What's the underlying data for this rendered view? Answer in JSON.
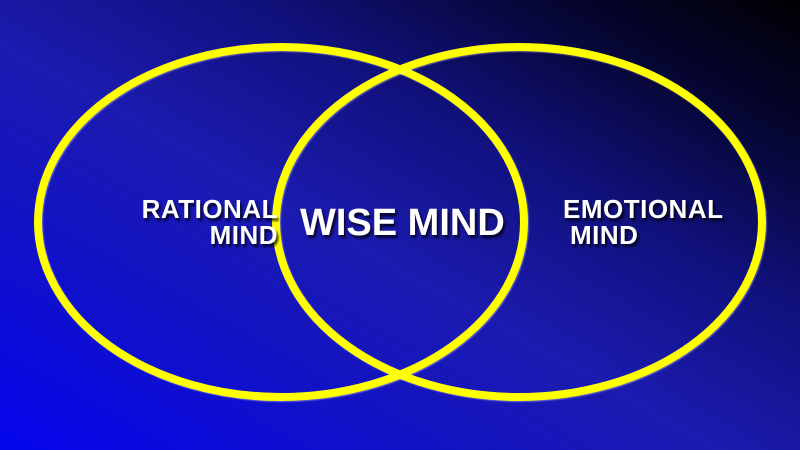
{
  "diagram": {
    "type": "venn",
    "left_circle": {
      "label": "RATIONAL MIND",
      "line1": "RATIONAL",
      "line2": "MIND"
    },
    "center_overlap": {
      "label": "WISE MIND"
    },
    "right_circle": {
      "label": "EMOTIONAL MIND",
      "line1": "EMOTIONAL",
      "line2": "MIND"
    }
  },
  "colors": {
    "circle_stroke": "#ffff00",
    "label_text": "#ffffff",
    "background_bottom_left": "#0505ee",
    "background_top_right": "#000002"
  }
}
